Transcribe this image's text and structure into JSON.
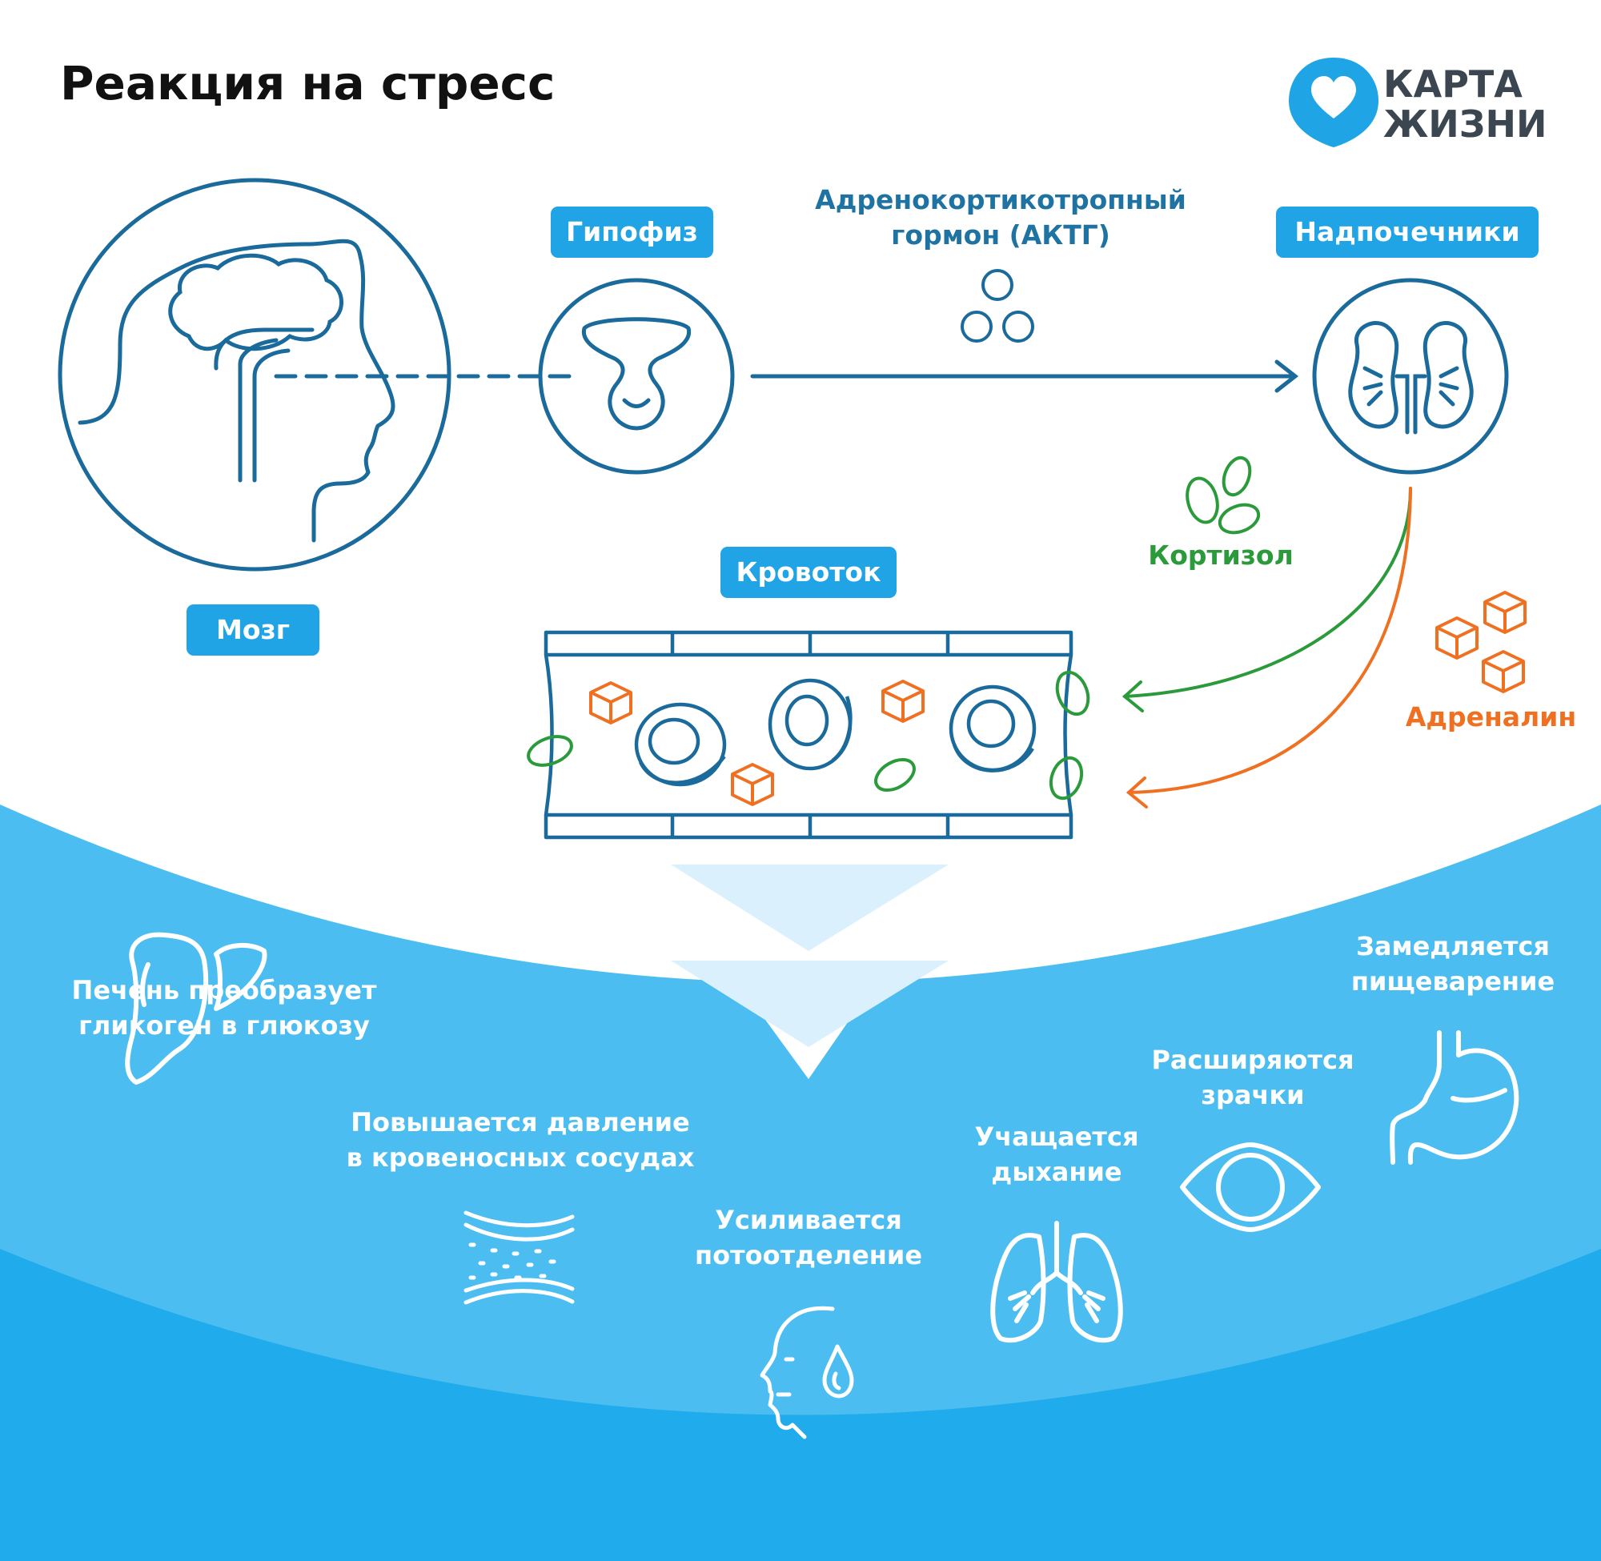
{
  "title": "Реакция на стресс",
  "logo": {
    "line1": "КАРТА",
    "line2": "ЖИЗНИ"
  },
  "labels": {
    "brain": "Мозг",
    "pituitary": "Гипофиз",
    "adrenals": "Надпочечники",
    "bloodstream": "Кровоток",
    "acth_line1": "Адренокортикотропный",
    "acth_line2": "гормон (АКТГ)",
    "cortisol": "Кортизол",
    "adrenaline": "Адреналин"
  },
  "effects": {
    "liver": {
      "line1": "Печень преобразует",
      "line2": "гликоген в глюкозу"
    },
    "pressure": {
      "line1": "Повышается давление",
      "line2": "в кровеносных сосудах"
    },
    "sweat": {
      "line1": "Усиливается",
      "line2": "потоотделение"
    },
    "breath": {
      "line1": "Учащается",
      "line2": "дыхание"
    },
    "pupils": {
      "line1": "Расширяются",
      "line2": "зрачки"
    },
    "digest": {
      "line1": "Замедляется",
      "line2": "пищеварение"
    }
  },
  "colors": {
    "dark_blue": "#1a6a9c",
    "pill_blue": "#20a4e6",
    "light_blue": "#4cbdf0",
    "deep_blue": "#1fabec",
    "cortisol_green": "#2a9a3a",
    "adrenaline_orange": "#f07021",
    "logo_blue": "#1fa4e6"
  }
}
